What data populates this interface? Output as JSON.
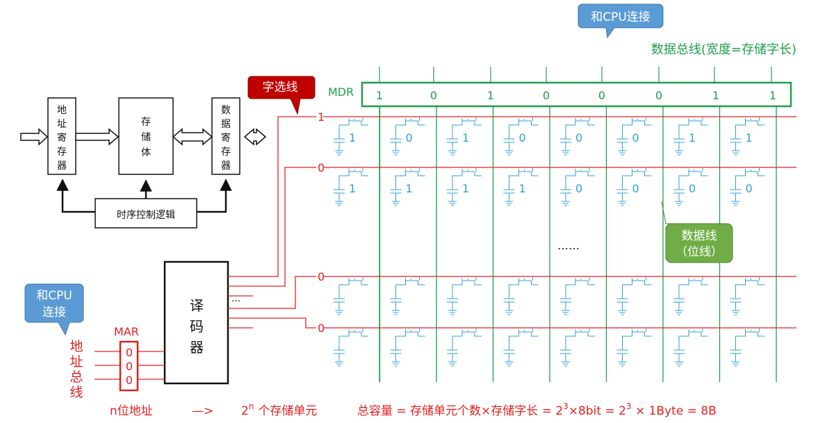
{
  "colors": {
    "green": "#1f9e4a",
    "red": "#e02020",
    "blue": "#2f9fd6",
    "callout_blue": "#5b9bd5",
    "callout_red": "#c00000",
    "callout_green": "#70ad47"
  },
  "callouts": {
    "cpu_top": "和CPU连接",
    "word_line": "字选线",
    "data_line_1": "数据线",
    "data_line_2": "（位线）",
    "cpu_left_1": "和CPU",
    "cpu_left_2": "连接"
  },
  "bus": {
    "data_bus": "数据总线(宽度=存储字长)",
    "mdr_label": "MDR",
    "mdr_bits": [
      "1",
      "0",
      "1",
      "0",
      "0",
      "0",
      "1",
      "1"
    ]
  },
  "block_diagram": {
    "addr_reg": [
      "地",
      "址",
      "寄",
      "存",
      "器"
    ],
    "storage": [
      "存",
      "储",
      "体"
    ],
    "data_reg": [
      "数",
      "据",
      "寄",
      "存",
      "器"
    ],
    "timing": "时序控制逻辑"
  },
  "decoder": {
    "label": [
      "译",
      "码",
      "器"
    ],
    "dots": "···",
    "mar_label": "MAR",
    "mar_bits": [
      "0",
      "0",
      "0"
    ],
    "addr_bus": [
      "地",
      "址",
      "总",
      "线"
    ]
  },
  "rows": [
    {
      "select": "1",
      "bits": [
        "1",
        "0",
        "1",
        "0",
        "0",
        "0",
        "1",
        "1"
      ]
    },
    {
      "select": "0",
      "bits": [
        "1",
        "1",
        "1",
        "1",
        "0",
        "0",
        "0",
        "0"
      ]
    },
    {
      "select": "0",
      "bits": []
    },
    {
      "select": "0",
      "bits": []
    }
  ],
  "ellipsis": "……",
  "formula": {
    "n_addr": "n位地址",
    "arrow": "—>",
    "two": "2",
    "n_sup": "n",
    "units": "个存储单元",
    "total": "总容量 = 存储单元个数×存储字长 = 2",
    "sup3a": "3",
    "times8": "×8bit = 2",
    "sup3b": "3",
    "result": " × 1Byte = 8B"
  }
}
